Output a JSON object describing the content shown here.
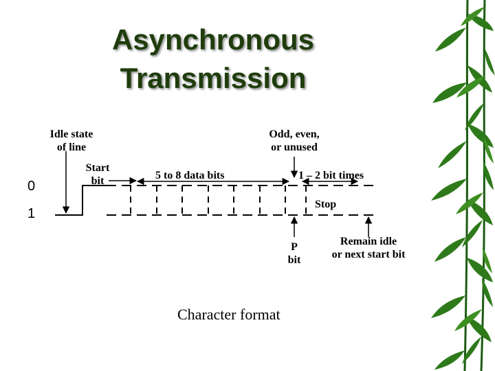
{
  "title_line1": "Asynchronous",
  "title_line2": "Transmission",
  "labels": {
    "idle_state": [
      "Idle state",
      "of line"
    ],
    "odd_even": [
      "Odd, even,",
      "or unused"
    ],
    "start_bit": [
      "Start",
      "bit"
    ],
    "data_bits": "5 to 8 data bits",
    "stop_times": "1 – 2 bit times",
    "stop": "Stop",
    "p_bit": [
      "P",
      "bit"
    ],
    "remain_idle": [
      "Remain idle",
      "or next start bit"
    ],
    "level_0": "0",
    "level_1": "1"
  },
  "caption": "Character format",
  "colors": {
    "title": "#1f3d0c",
    "bamboo_dark": "#1c5a12",
    "bamboo_light": "#3e8f22"
  }
}
